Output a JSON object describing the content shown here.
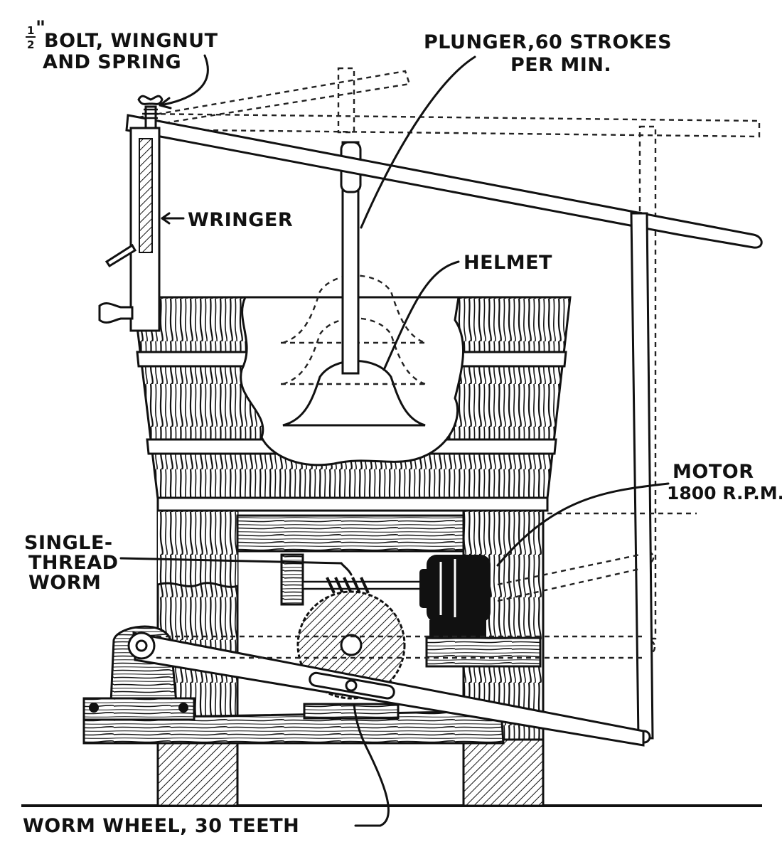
{
  "labels": {
    "bolt_fraction_num": "1",
    "bolt_fraction_den": "2",
    "bolt_line1": "BOLT, WINGNUT",
    "bolt_line2": "AND SPRING",
    "plunger_line1": "PLUNGER,60 STROKES",
    "plunger_line2": "PER MIN.",
    "wringer": "WRINGER",
    "helmet": "HELMET",
    "motor_line1": "MOTOR",
    "motor_line2": "1800 R.P.M.",
    "worm_line1": "SINGLE-",
    "worm_line2": "THREAD",
    "worm_line3": "WORM",
    "worm_wheel": "WORM WHEEL, 30 TEETH"
  },
  "colors": {
    "ink": "#111111",
    "paper": "#ffffff"
  }
}
